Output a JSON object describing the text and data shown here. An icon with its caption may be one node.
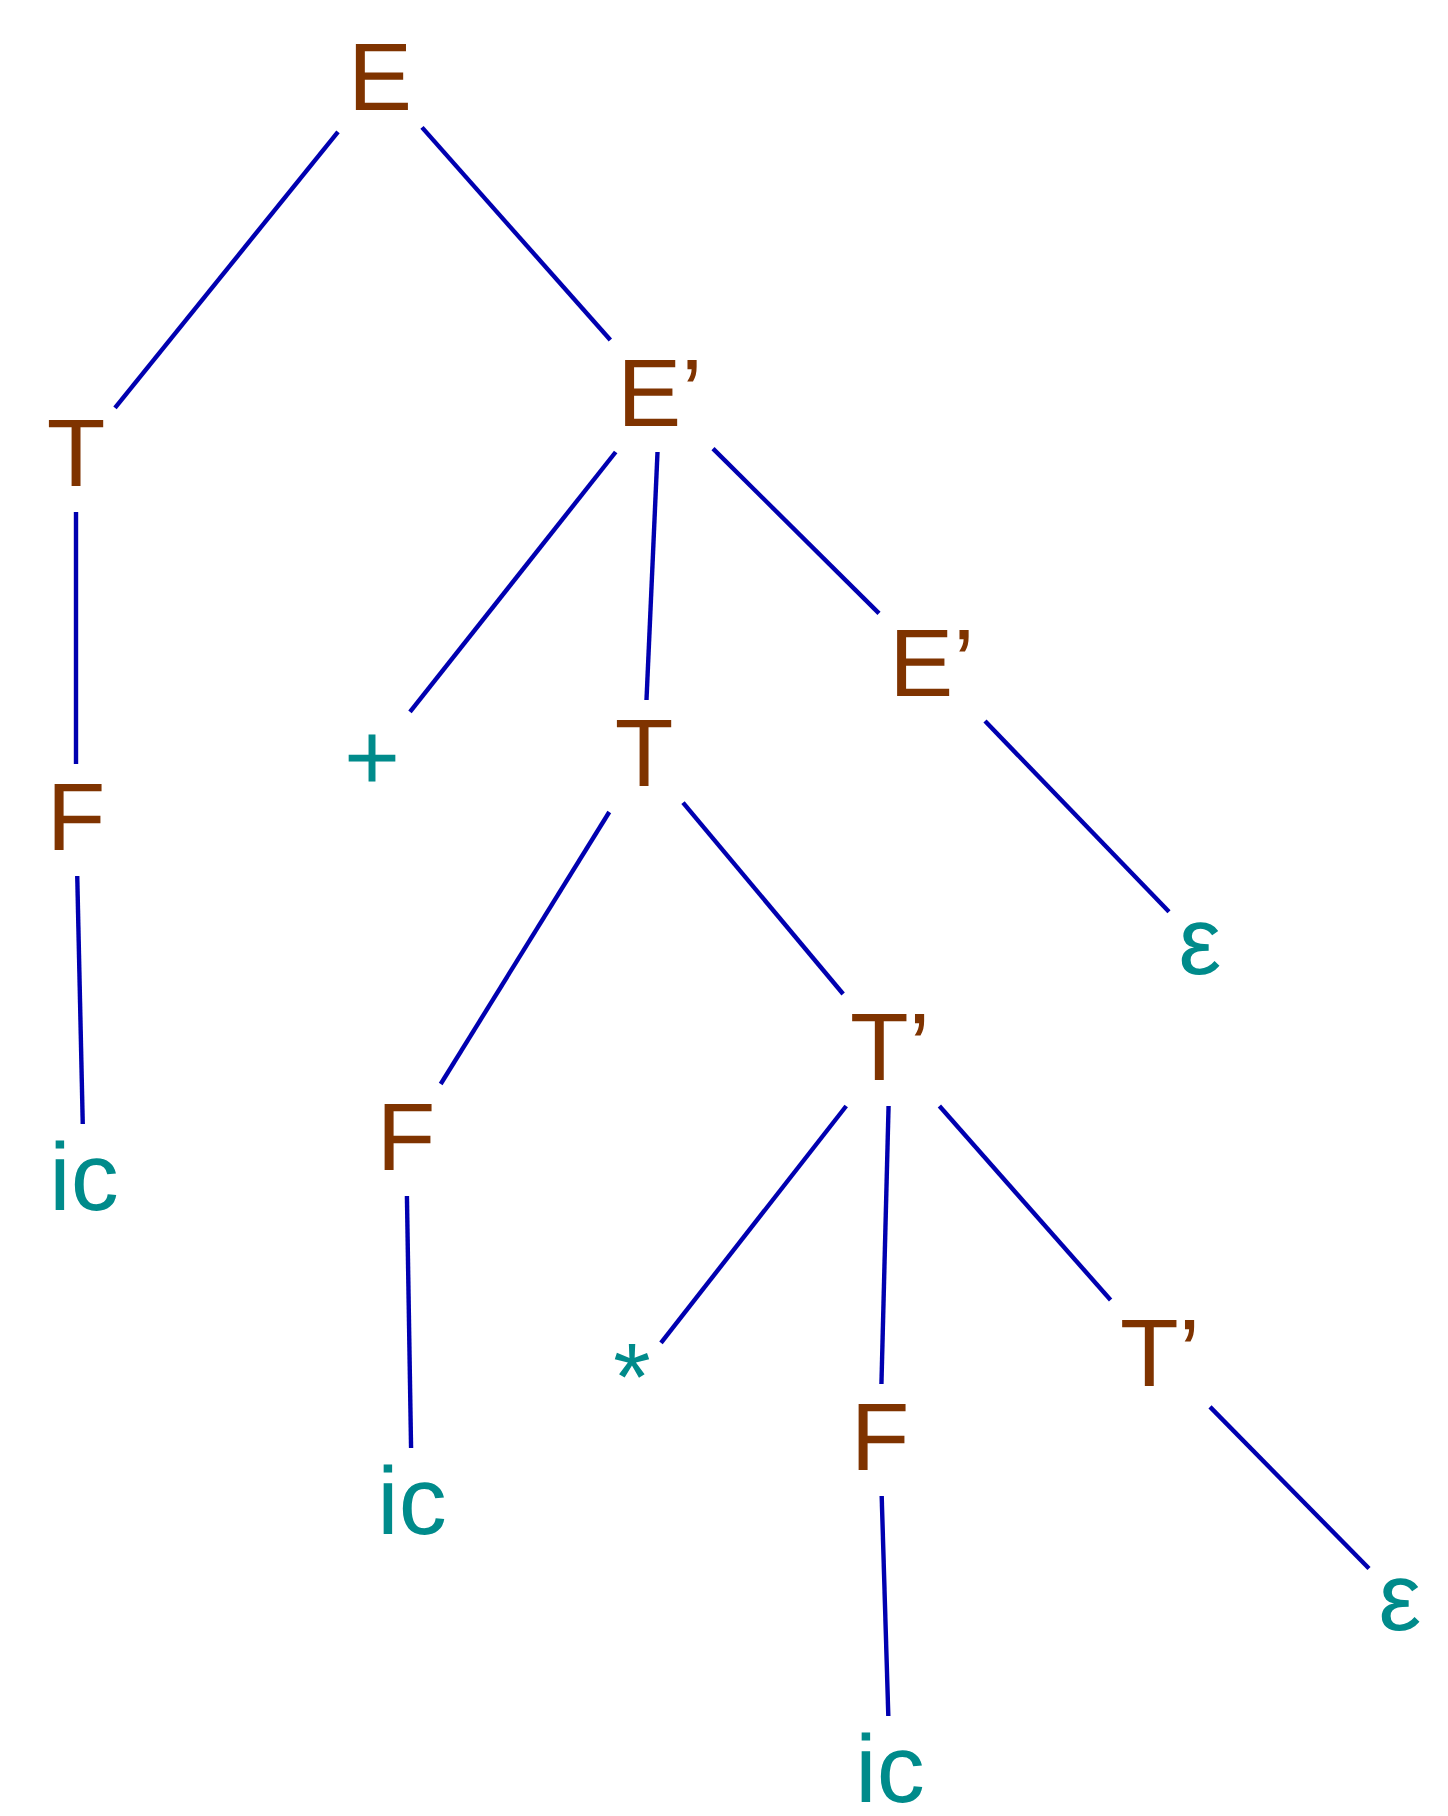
{
  "diagram": {
    "nodes": [
      {
        "text": [
          "E"
        ]
      },
      {
        "text": [
          "T"
        ]
      },
      {
        "text": [
          "E’"
        ]
      },
      {
        "text": [
          "F"
        ]
      },
      {
        "text": [
          "+"
        ]
      },
      {
        "text": [
          "T"
        ]
      },
      {
        "text": [
          "E’"
        ]
      },
      {
        "text": [
          "ic"
        ]
      },
      {
        "text": [
          "F"
        ]
      },
      {
        "text": [
          "T’"
        ]
      },
      {
        "text": [
          "ε"
        ]
      },
      {
        "text": [
          "ic"
        ]
      },
      {
        "text": [
          "*"
        ]
      },
      {
        "text": [
          "F"
        ]
      },
      {
        "text": [
          "T’"
        ]
      },
      {
        "text": [
          "ic"
        ]
      },
      {
        "text": [
          "ε"
        ]
      }
    ],
    "edges": [
      {
        "from": 0,
        "to": 1,
        "arrow": "none"
      },
      {
        "from": 0,
        "to": 2,
        "arrow": "none"
      },
      {
        "from": 1,
        "to": 3,
        "arrow": "none"
      },
      {
        "from": 3,
        "to": 7,
        "arrow": "none"
      },
      {
        "from": 2,
        "to": 4,
        "arrow": "none"
      },
      {
        "from": 2,
        "to": 5,
        "arrow": "none"
      },
      {
        "from": 2,
        "to": 6,
        "arrow": "none"
      },
      {
        "from": 6,
        "to": 10,
        "arrow": "none"
      },
      {
        "from": 5,
        "to": 8,
        "arrow": "none"
      },
      {
        "from": 5,
        "to": 9,
        "arrow": "none"
      },
      {
        "from": 8,
        "to": 11,
        "arrow": "none"
      },
      {
        "from": 9,
        "to": 12,
        "arrow": "none"
      },
      {
        "from": 9,
        "to": 13,
        "arrow": "none"
      },
      {
        "from": 9,
        "to": 14,
        "arrow": "none"
      },
      {
        "from": 13,
        "to": 15,
        "arrow": "none"
      },
      {
        "from": 14,
        "to": 16,
        "arrow": "none"
      }
    ]
  }
}
